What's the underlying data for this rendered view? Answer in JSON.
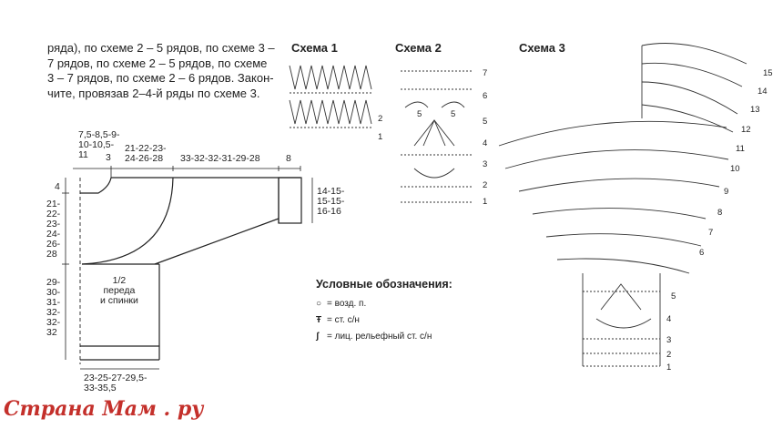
{
  "instructions": {
    "lines": [
      "ряда), по схеме 2 – 5 рядов, по схеме 3 –",
      "7 рядов, по схеме 2 – 5 рядов, по схеме",
      "3 – 7 рядов, по схеме 2 – 6 рядов. Закон-",
      "чите, провязав 2–4-й ряды по схеме 3."
    ]
  },
  "pattern": {
    "neck_width": [
      "7,5-8,5-9-",
      "10-10,5-",
      "11"
    ],
    "neck_drop": "3",
    "shoulder_width": [
      "21-22-23-",
      "24-26-28"
    ],
    "sleeve_length": "33-32-32-31-29-28",
    "cuff": "8",
    "neck_depth": "4",
    "sleeve_width": [
      "14-15-",
      "15-15-",
      "16-16"
    ],
    "armhole_height": [
      "21-",
      "22-",
      "23-",
      "24-",
      "26-",
      "28"
    ],
    "body_height": [
      "29-",
      "30-",
      "31-",
      "32-",
      "32-",
      "32"
    ],
    "piece_label": [
      "1/2",
      "переда",
      "и спинки"
    ],
    "bottom_width": [
      "23-25-27-29,5-",
      "33-35,5"
    ]
  },
  "schemes": {
    "scheme1": {
      "title": "Схема 1",
      "rows": [
        "2",
        "1"
      ]
    },
    "scheme2": {
      "title": "Схема 2",
      "rows": [
        "7",
        "6",
        "5",
        "4",
        "3",
        "2",
        "1"
      ],
      "inner": [
        "5",
        "5"
      ]
    },
    "scheme3": {
      "title": "Схема 3",
      "rows": [
        "15",
        "14",
        "13",
        "12",
        "11",
        "10",
        "9",
        "8",
        "7",
        "6",
        "5",
        "4",
        "3",
        "2",
        "1"
      ]
    }
  },
  "legend": {
    "title": "Условные обозначения:",
    "items": [
      {
        "symbol": "○",
        "text": "= возд. п."
      },
      {
        "symbol": "Ŧ",
        "text": "= ст. с/н"
      },
      {
        "symbol": "ʃ",
        "text": "= лиц. рельефный ст. с/н"
      }
    ]
  },
  "watermark": "Страна Мам . ру",
  "colors": {
    "ink": "#222222",
    "watermark": "#c4302b"
  }
}
